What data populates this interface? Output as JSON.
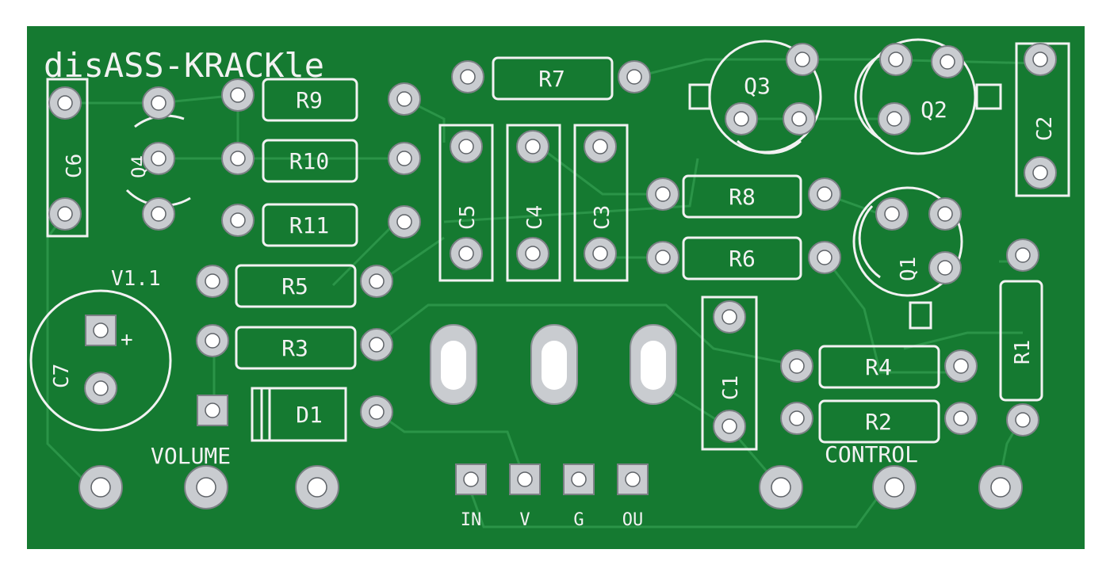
{
  "board": {
    "title": "disASS-KRACKle",
    "version": "V1.1",
    "colors": {
      "soldermask": "#157a31",
      "silkscreen": "#f2f2f2",
      "copper": "#c9ccd0",
      "trace": "#2b9448"
    }
  },
  "components": {
    "resistors": [
      "R9",
      "R10",
      "R11",
      "R5",
      "R3",
      "R7",
      "R8",
      "R6",
      "R4",
      "R2",
      "R1"
    ],
    "capacitors": [
      "C6",
      "C5",
      "C4",
      "C3",
      "C2",
      "C1",
      "C7"
    ],
    "transistors": [
      "Q4",
      "Q3",
      "Q2",
      "Q1"
    ],
    "diode": "D1",
    "polarity_mark": "+"
  },
  "labels": {
    "volume": "VOLUME",
    "control": "CONTROL",
    "io": [
      "IN",
      "V",
      "G",
      "OU"
    ]
  }
}
